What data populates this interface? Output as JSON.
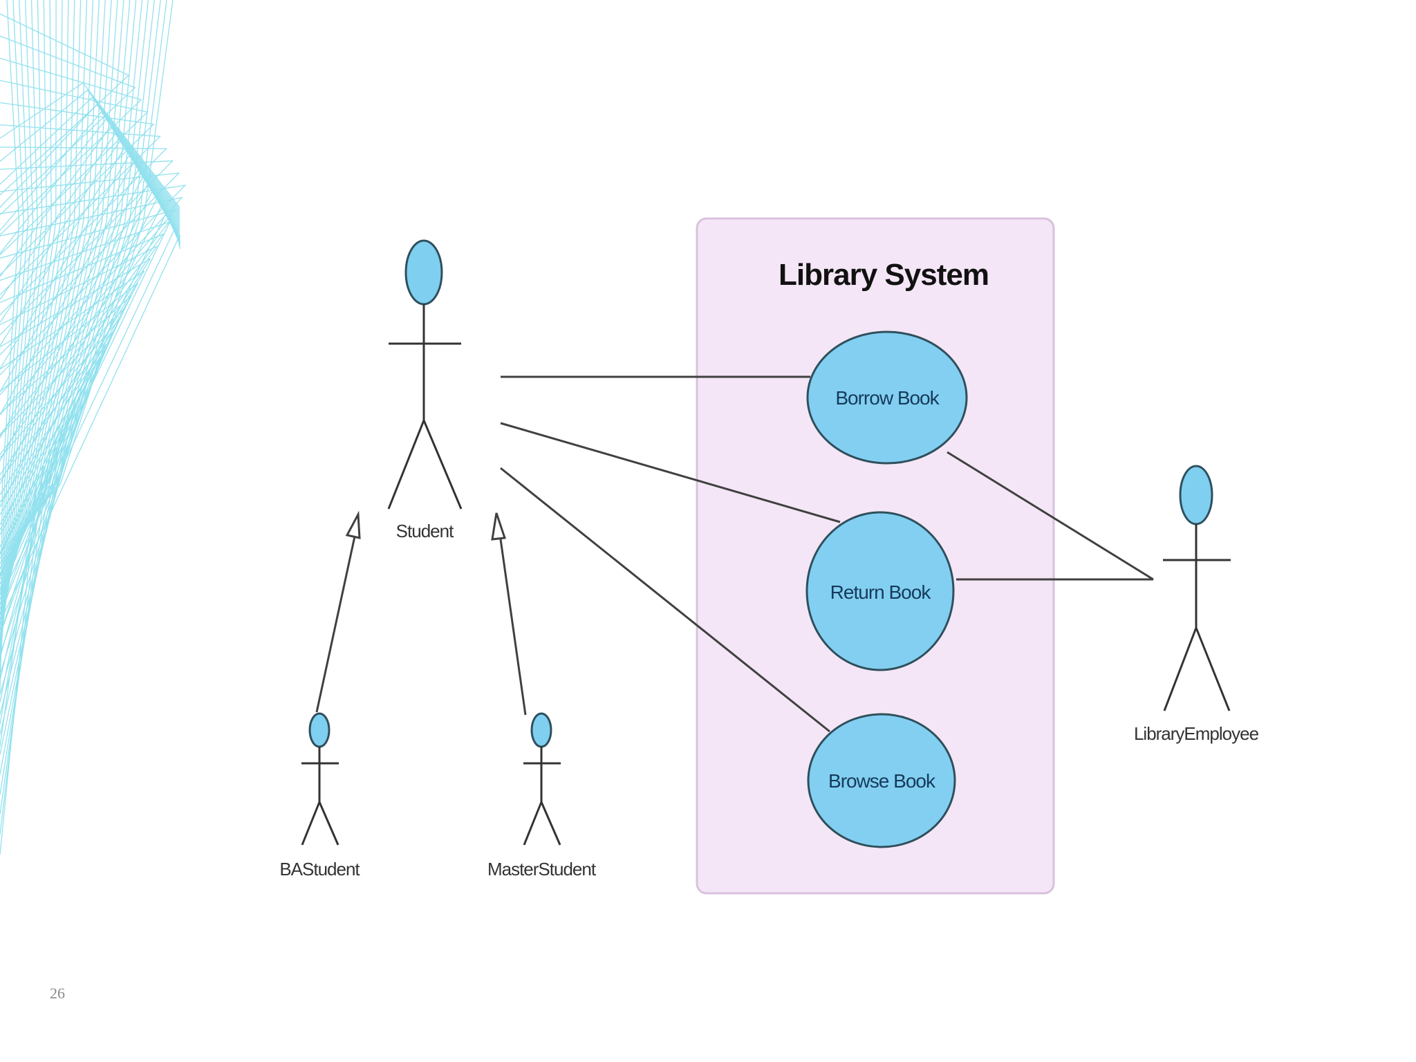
{
  "slide": {
    "page_number": "26"
  },
  "diagram": {
    "system": {
      "title": "Library System"
    },
    "actors": {
      "student": "Student",
      "ba_student": "BAStudent",
      "master_student": "MasterStudent",
      "library_employee": "LibraryEmployee"
    },
    "use_cases": {
      "borrow": "Borrow Book",
      "return": "Return Book",
      "browse": "Browse Book"
    }
  },
  "colors": {
    "actor_fill": "#7ecff0",
    "use_case_fill": "#82cff1",
    "system_fill": "#f4e6f6",
    "system_border": "#d8c2dc",
    "line": "#404040",
    "decor_line": "#7fdcec"
  }
}
